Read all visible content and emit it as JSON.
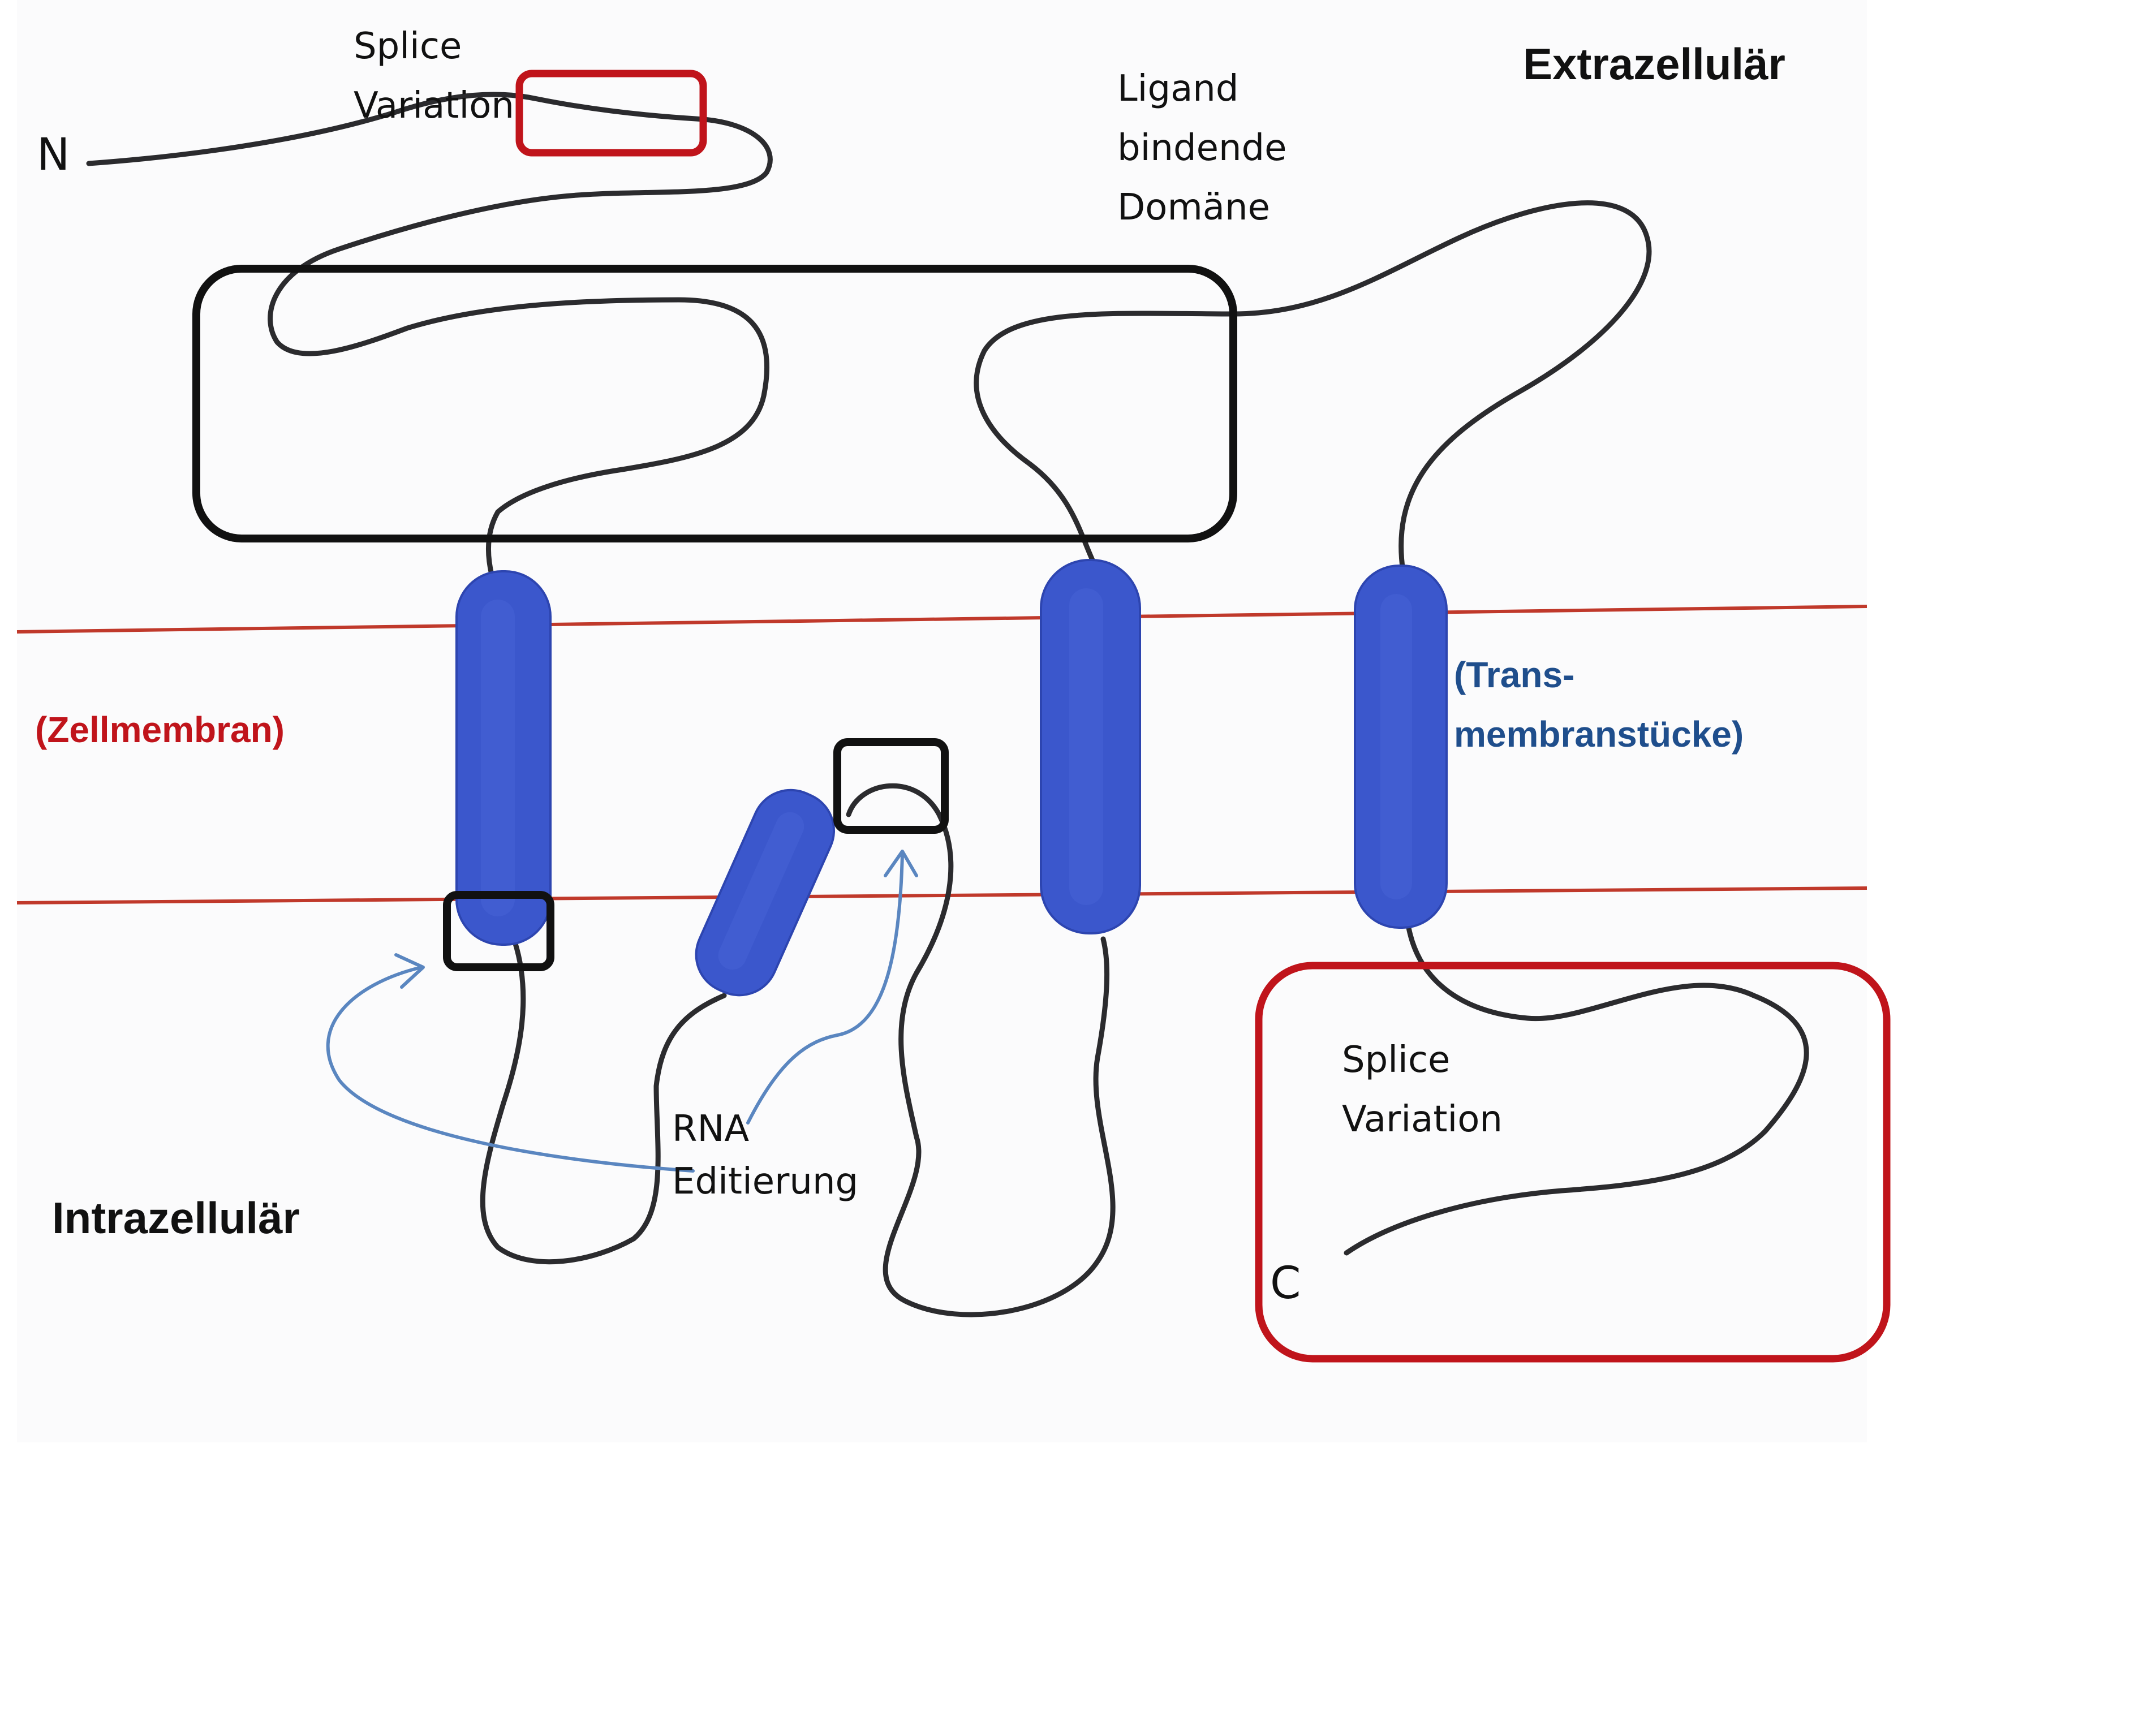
{
  "labels": {
    "n_terminus": "N",
    "c_terminus": "C",
    "splice_top_line1": "Splice",
    "splice_top_line2": "Variation",
    "ligand_line1": "Ligand",
    "ligand_line2": "bindende",
    "ligand_line3": "Domäne",
    "extracellular": "Extrazellulär",
    "intracellular": "Intrazellulär",
    "membrane": "(Zellmembran)",
    "transmembrane_line1": "(Trans-",
    "transmembrane_line2": "membranstücke)",
    "rna_line1": "RNA",
    "rna_line2": "Editierung",
    "splice_bottom_line1": "Splice",
    "splice_bottom_line2": "Variation"
  },
  "colors": {
    "membrane_line": "#c0392b",
    "helix_fill": "#3b57cc",
    "splice_box": "#c0141b",
    "highlight_box": "#111111",
    "arrow": "#5a86c0",
    "membrane_label": "#c0141b",
    "transmembrane_label": "#1f4e8c",
    "strand": "#2b2b2e"
  }
}
